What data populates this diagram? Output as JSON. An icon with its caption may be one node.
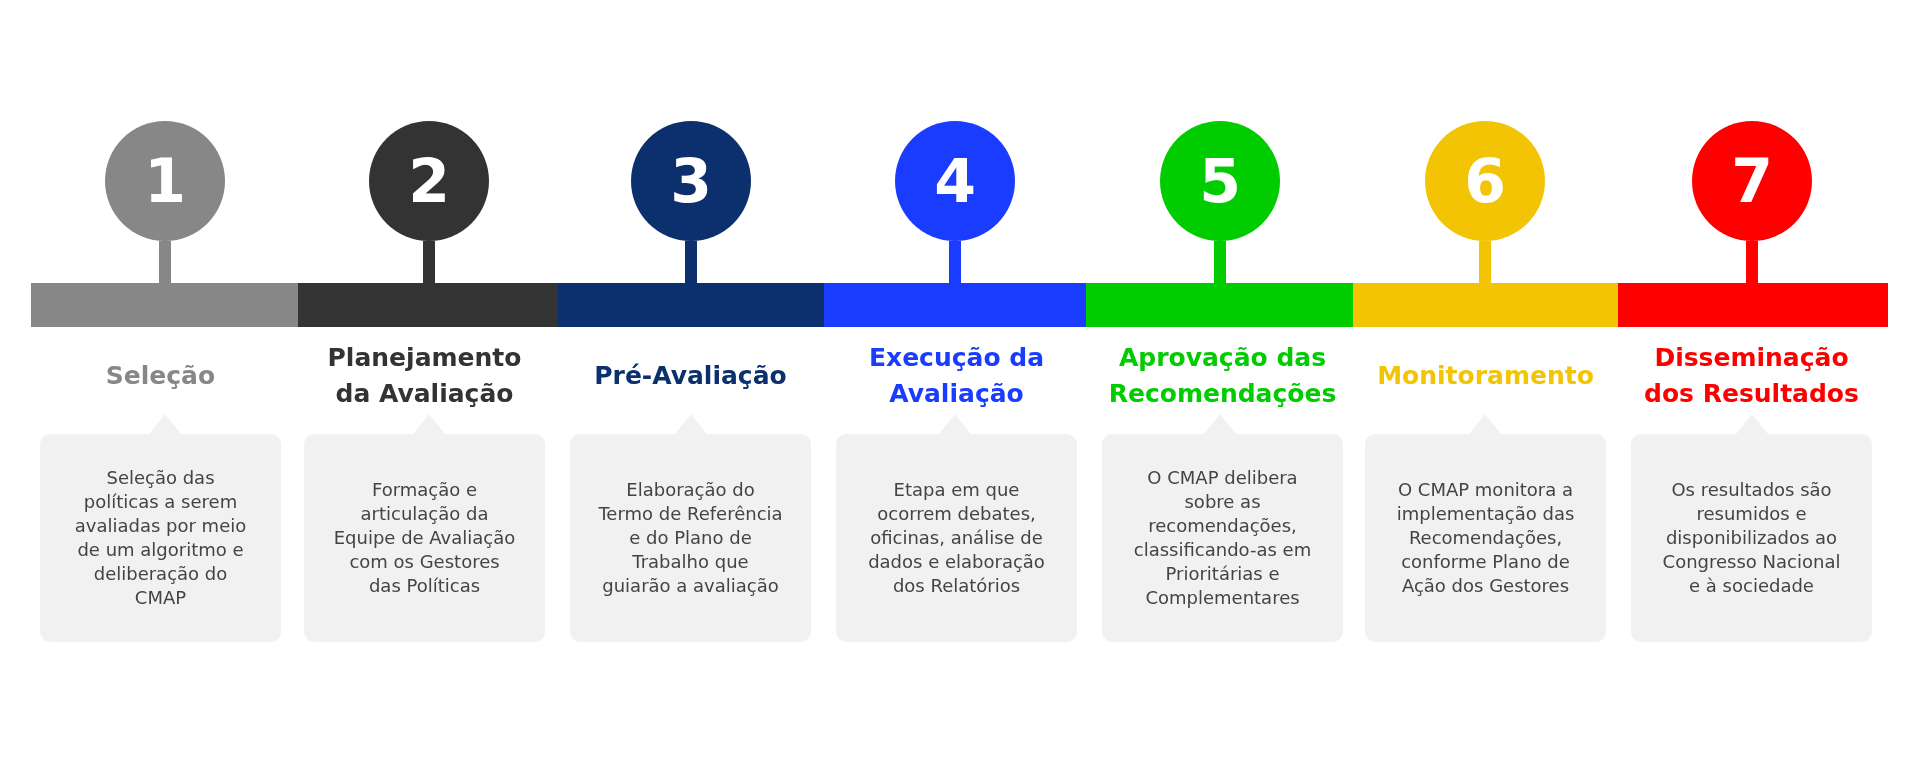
{
  "diagram": {
    "nodes": [
      {
        "text": [
          "1"
        ]
      },
      {
        "text": [],
        "shape": "bar"
      },
      {
        "text": [
          "Seleção",
          "Seleção das políticas a serem avaliadas por meio de um algoritmo e deliberação do CMAP"
        ]
      },
      {
        "text": [
          "2"
        ]
      },
      {
        "text": [],
        "shape": "bar"
      },
      {
        "text": [
          "Planejamento da Avaliação",
          "Formação e articulação da Equipe de Avaliação com os Gestores das Políticas"
        ]
      },
      {
        "text": [
          "3"
        ]
      },
      {
        "text": [],
        "shape": "bar"
      },
      {
        "text": [
          "Pré-Avaliação",
          "Elaboração do Termo de Referência e do Plano de Trabalho que guiarão a avaliação"
        ]
      },
      {
        "text": [
          "4"
        ]
      },
      {
        "text": [],
        "shape": "bar"
      },
      {
        "text": [
          "Execução da Avaliação",
          "Etapa em que ocorrem debates, oficinas, análise de dados e elaboração dos Relatórios"
        ]
      },
      {
        "text": [
          "5"
        ]
      },
      {
        "text": [],
        "shape": "bar"
      },
      {
        "text": [
          "Aprovação das Recomendações",
          "O CMAP delibera sobre as recomendações, classificando-as em Prioritárias e Complementares"
        ]
      },
      {
        "text": [
          "6"
        ]
      },
      {
        "text": [],
        "shape": "bar"
      },
      {
        "text": [
          "Monitoramento",
          "O CMAP monitora a implementação das Recomendações, conforme Plano de Ação dos Gestores"
        ]
      },
      {
        "text": [
          "7"
        ]
      },
      {
        "text": [],
        "shape": "bar"
      },
      {
        "text": [
          "Disseminação dos Resultados",
          "Os resultados são resumidos e disponibilizados ao Congresso Nacional e à sociedade"
        ]
      }
    ],
    "edges": [
      {
        "from": 0,
        "to": 1,
        "arrow": "none",
        "color": "#878787"
      },
      {
        "from": 3,
        "to": 4,
        "arrow": "none",
        "color": "#333333"
      },
      {
        "from": 6,
        "to": 7,
        "arrow": "none",
        "color": "#0c306d"
      },
      {
        "from": 9,
        "to": 10,
        "arrow": "none",
        "color": "#1a3cff"
      },
      {
        "from": 12,
        "to": 13,
        "arrow": "none",
        "color": "#00cc00"
      },
      {
        "from": 15,
        "to": 16,
        "arrow": "none",
        "color": "#f3c404"
      },
      {
        "from": 18,
        "to": 19,
        "arrow": "none",
        "color": "#ff0000"
      }
    ]
  }
}
